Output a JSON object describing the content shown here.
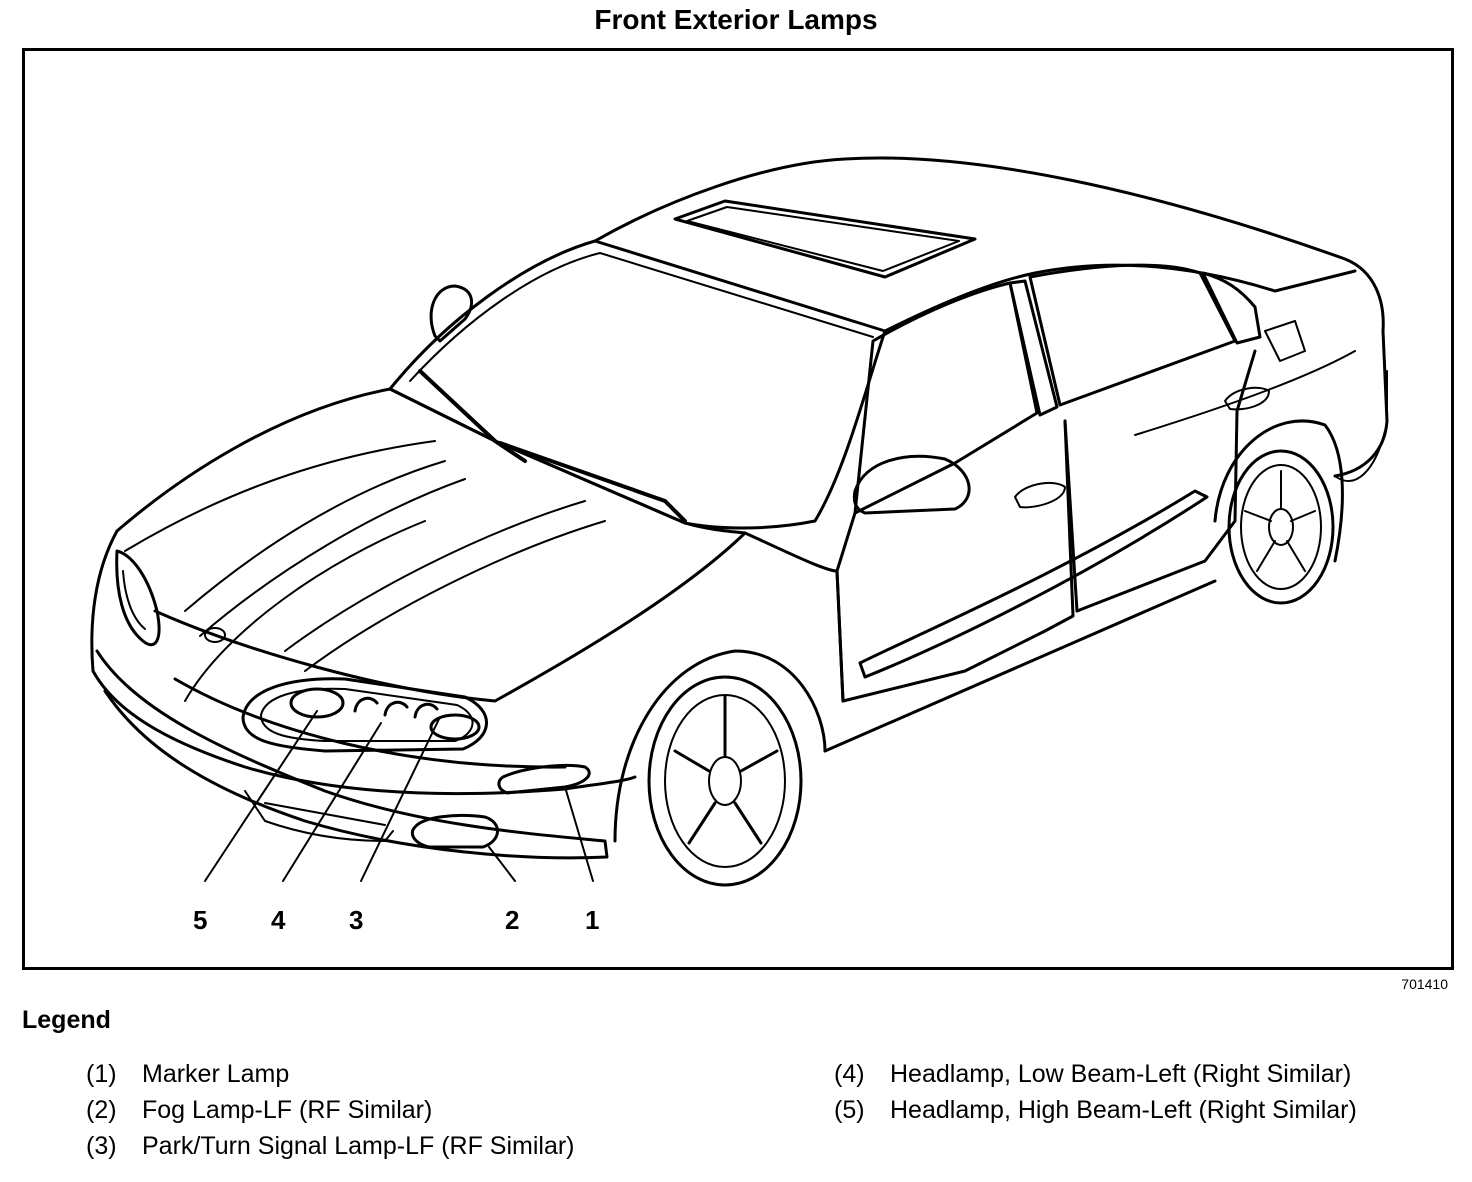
{
  "title": "Front Exterior Lamps",
  "figure_number": "701410",
  "callouts": [
    "5",
    "4",
    "3",
    "2",
    "1"
  ],
  "legend": {
    "heading": "Legend",
    "left": [
      {
        "num": "(1)",
        "text": "Marker Lamp"
      },
      {
        "num": "(2)",
        "text": "Fog Lamp-LF (RF Similar)"
      },
      {
        "num": "(3)",
        "text": "Park/Turn Signal Lamp-LF (RF Similar)"
      }
    ],
    "right": [
      {
        "num": "(4)",
        "text": "Headlamp, Low Beam-Left (Right Similar)"
      },
      {
        "num": "(5)",
        "text": "Headlamp, High Beam-Left (Right Similar)"
      }
    ]
  }
}
